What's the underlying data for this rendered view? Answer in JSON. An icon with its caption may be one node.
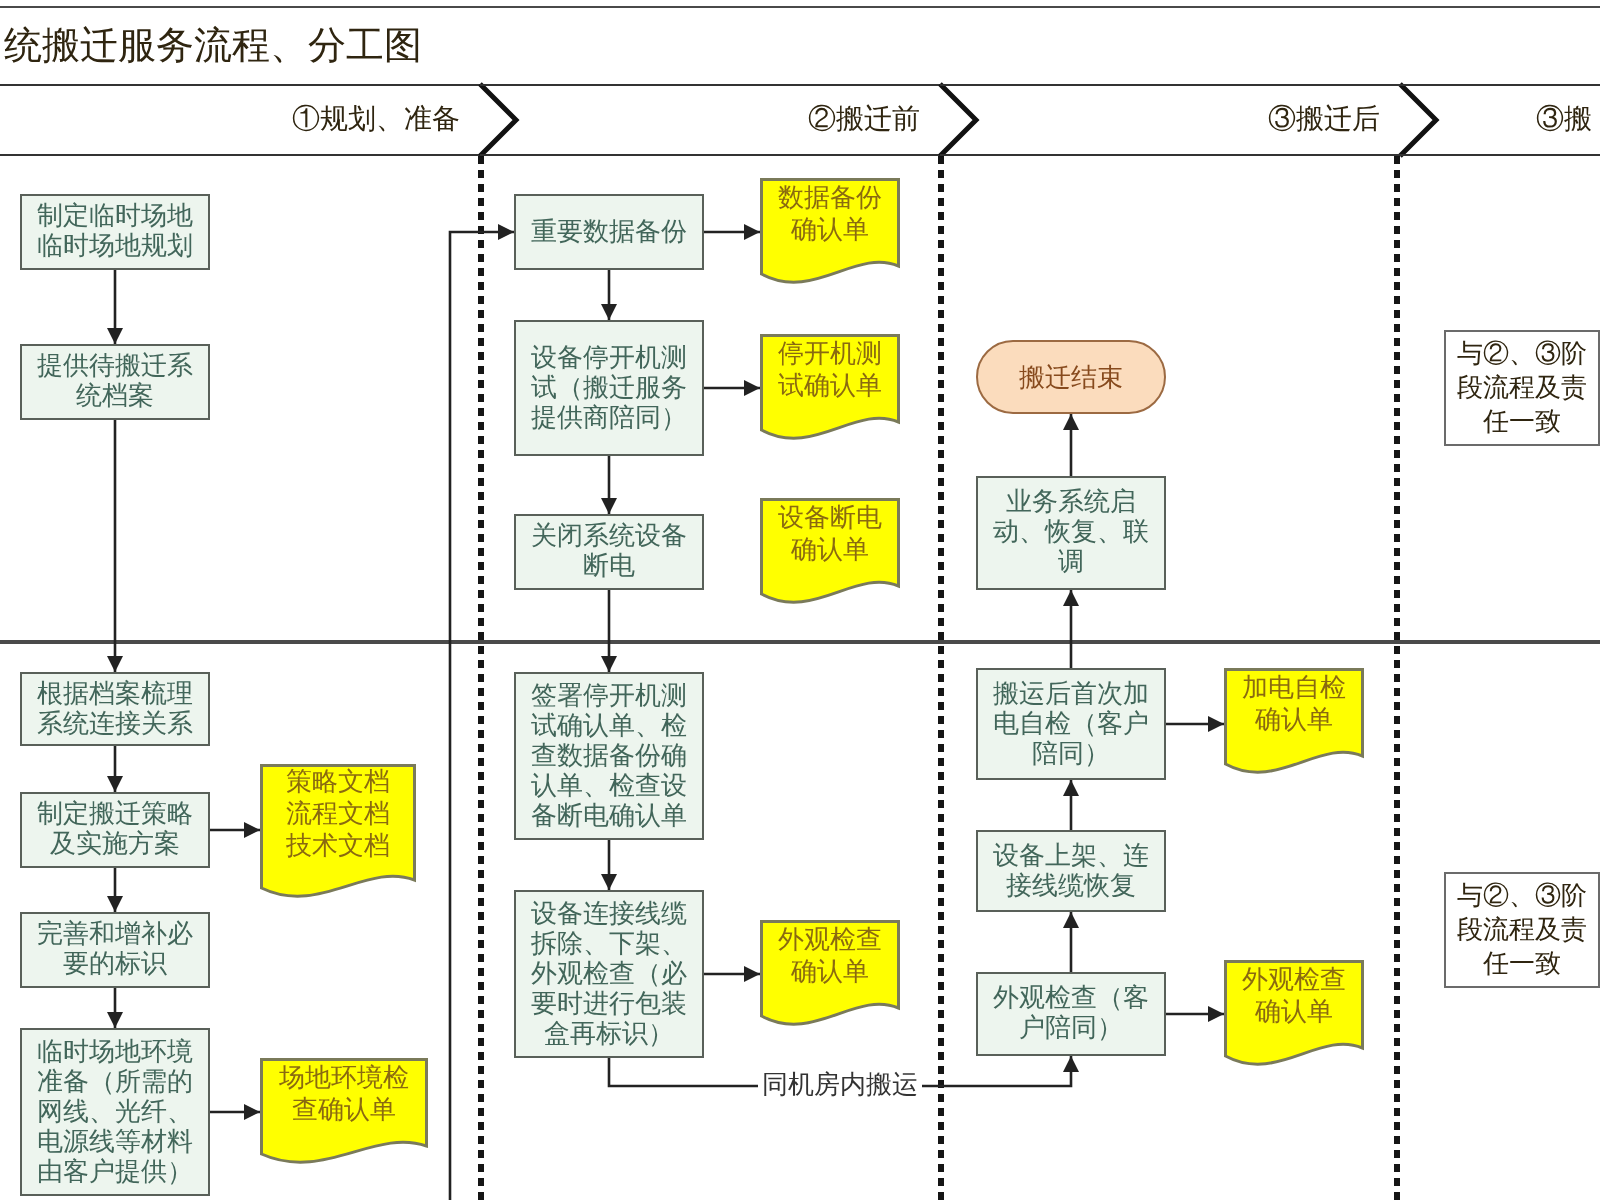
{
  "diagram": {
    "title": "统搬迁服务流程、分工图",
    "nodes": [
      {
        "text": [
          "①规划、准备"
        ]
      },
      {
        "text": [
          "②搬迁前"
        ]
      },
      {
        "text": [
          "③搬迁后"
        ]
      },
      {
        "text": [
          "③搬"
        ]
      },
      {
        "text": [
          "制定临时场地临时场地规划"
        ]
      },
      {
        "text": [
          "提供待搬迁系统档案"
        ]
      },
      {
        "text": [
          "根据档案梳理系统连接关系"
        ]
      },
      {
        "text": [
          "制定搬迁策略及实施方案"
        ]
      },
      {
        "text": [
          "策略文档",
          "流程文档",
          "技术文档"
        ]
      },
      {
        "text": [
          "完善和增补必要的标识"
        ]
      },
      {
        "text": [
          "临时场地环境准备（所需的网线、光纤、电源线等材料由客户提供）"
        ]
      },
      {
        "text": [
          "场地环境检查确认单"
        ]
      },
      {
        "text": [
          "重要数据备份"
        ]
      },
      {
        "text": [
          "数据备份确认单"
        ]
      },
      {
        "text": [
          "设备停开机测试（搬迁服务提供商陪同）"
        ]
      },
      {
        "text": [
          "停开机测试确认单"
        ]
      },
      {
        "text": [
          "关闭系统设备断电"
        ]
      },
      {
        "text": [
          "设备断电确认单"
        ]
      },
      {
        "text": [
          "签署停开机测试确认单、检查数据备份确认单、检查设备断电确认单"
        ]
      },
      {
        "text": [
          "设备连接线缆拆除、下架、外观检查（必要时进行包装盒再标识）"
        ]
      },
      {
        "text": [
          "外观检查确认单"
        ]
      },
      {
        "text": [
          "搬迁结束"
        ]
      },
      {
        "text": [
          "业务系统启动、恢复、联调"
        ]
      },
      {
        "text": [
          "搬运后首次加电自检（客户陪同）"
        ]
      },
      {
        "text": [
          "加电自检确认单"
        ]
      },
      {
        "text": [
          "设备上架、连接线缆恢复"
        ]
      },
      {
        "text": [
          "外观检查（客户陪同）"
        ]
      },
      {
        "text": [
          "外观检查确认单"
        ]
      },
      {
        "text": [
          "与②、③阶段流程及责任一致"
        ]
      },
      {
        "text": [
          "与②、③阶段流程及责任一致"
        ]
      }
    ],
    "edges": [
      {
        "from": 4,
        "to": 5,
        "arrow": "to"
      },
      {
        "from": 5,
        "to": 6,
        "arrow": "to"
      },
      {
        "from": 6,
        "to": 7,
        "arrow": "to"
      },
      {
        "from": 7,
        "to": 8,
        "arrow": "to"
      },
      {
        "from": 7,
        "to": 9,
        "arrow": "to"
      },
      {
        "from": 9,
        "to": 10,
        "arrow": "to"
      },
      {
        "from": 10,
        "to": 11,
        "arrow": "to"
      },
      {
        "from": null,
        "to": 12,
        "arrow": "to"
      },
      {
        "from": 12,
        "to": 13,
        "arrow": "to"
      },
      {
        "from": 12,
        "to": 14,
        "arrow": "to"
      },
      {
        "from": 14,
        "to": 15,
        "arrow": "to"
      },
      {
        "from": 14,
        "to": 16,
        "arrow": "to"
      },
      {
        "from": 16,
        "to": 18,
        "arrow": "to"
      },
      {
        "from": 18,
        "to": 19,
        "arrow": "to"
      },
      {
        "from": 19,
        "to": 20,
        "arrow": "to"
      },
      {
        "from": 19,
        "to": 26,
        "arrow": "to",
        "label": "同机房内搬运"
      },
      {
        "from": 26,
        "to": 27,
        "arrow": "to"
      },
      {
        "from": 26,
        "to": 25,
        "arrow": "to"
      },
      {
        "from": 25,
        "to": 23,
        "arrow": "to"
      },
      {
        "from": 23,
        "to": 24,
        "arrow": "to"
      },
      {
        "from": 23,
        "to": 22,
        "arrow": "to"
      },
      {
        "from": 22,
        "to": 21,
        "arrow": "to"
      }
    ]
  }
}
